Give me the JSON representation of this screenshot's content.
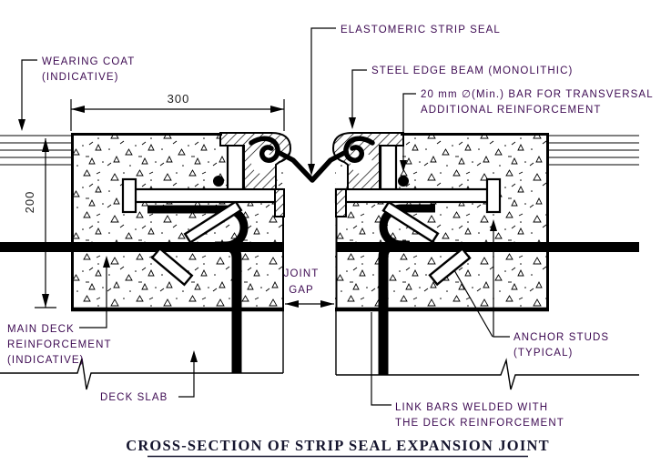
{
  "title": "CROSS-SECTION OF STRIP SEAL EXPANSION JOINT",
  "labels": {
    "wearing_coat": [
      "WEARING COAT",
      "(INDICATIVE)"
    ],
    "elastomeric_strip_seal": "ELASTOMERIC STRIP SEAL",
    "steel_edge_beam": "STEEL EDGE BEAM (MONOLITHIC)",
    "transversal_bar": [
      "20 mm ∅(Min.) BAR FOR TRANSVERSAL",
      "ADDITIONAL REINFORCEMENT"
    ],
    "main_deck_reinforcement": [
      "MAIN DECK",
      "REINFORCEMENT",
      "(INDICATIVE)"
    ],
    "deck_slab": "DECK SLAB",
    "joint_gap": [
      "JOINT",
      "GAP"
    ],
    "anchor_studs": [
      "ANCHOR STUDS",
      "(TYPICAL)"
    ],
    "link_bars": [
      "LINK BARS WELDED WITH",
      "THE DECK REINFORCEMENT"
    ]
  },
  "dimensions": {
    "deck_width": "300",
    "deck_depth": "200"
  },
  "colors": {
    "label": "#3d0a52",
    "line": "#000000",
    "title": "#15152e"
  }
}
